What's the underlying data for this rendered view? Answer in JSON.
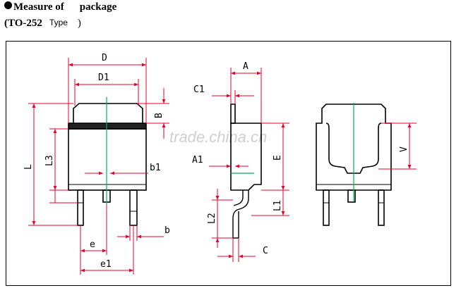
{
  "header": {
    "line1_a": "Measure of",
    "line1_b": "package",
    "line2_a": "(TO-252",
    "line2_type": "Type",
    "line2_close": ")"
  },
  "watermark": "trade.china.cn",
  "dimensions": {
    "D": "D",
    "D1": "D1",
    "B": "B",
    "L": "L",
    "L3": "L3",
    "b1": "b1",
    "b": "b",
    "e": "e",
    "e1": "e1",
    "A": "A",
    "C1": "C1",
    "A1": "A1",
    "E": "E",
    "L1": "L1",
    "L2": "L2",
    "C": "C",
    "V": "V"
  },
  "colors": {
    "outline": "#000000",
    "dimension": "#e8002a",
    "centerline": "#00b050"
  }
}
